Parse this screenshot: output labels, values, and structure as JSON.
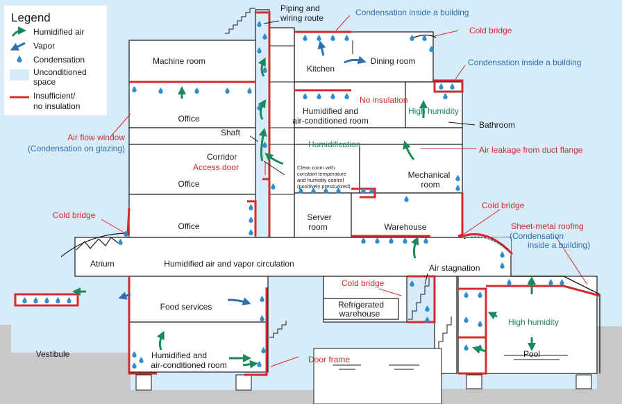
{
  "colors": {
    "red": "#d7282f",
    "green": "#1b8a5a",
    "blue": "#2f6fae",
    "drop": "#2e8fd0",
    "unconditioned": "#d6ecf8",
    "ground": "#c7c8ca",
    "line": "#1a1a1a"
  },
  "legend": {
    "title": "Legend",
    "humidified_air": "Humidified air",
    "vapor": "Vapor",
    "condensation": "Condensation",
    "unconditioned_1": "Unconditioned",
    "unconditioned_2": "space",
    "insufficient_1": "Insufficient/",
    "insufficient_2": "no insulation"
  },
  "rooms": {
    "machine_room": "Machine room",
    "office_1": "Office",
    "office_2": "Office",
    "office_3": "Office",
    "kitchen": "Kitchen",
    "dining_room": "Dining room",
    "humidified_1": "Humidified and",
    "humidified_2": "air-conditioned room",
    "bathroom": "Bathroom",
    "shaft": "Shaft",
    "corridor": "Corridor",
    "mechanical_1": "Mechanical",
    "mechanical_2": "room",
    "server_1": "Server",
    "server_2": "room",
    "warehouse": "Warehouse",
    "atrium": "Atrium",
    "circulation": "Humidified air and vapor circulation",
    "food_services": "Food services",
    "refrigerated_1": "Refrigerated",
    "refrigerated_2": "warehouse",
    "lower_room_1": "Humidified and",
    "lower_room_2": "air-conditioned room",
    "vestibule": "Vestibule",
    "pool": "Pool",
    "piping_1": "Piping and",
    "piping_2": "wiring route",
    "clean_1": "Clean room with",
    "clean_2": "constant temperature",
    "clean_3": "and humidity control",
    "clean_4": "(positively pressurized)",
    "air_stagnation": "Air stagnation"
  },
  "annotations": {
    "cond_inside_top": "Condensation inside a building",
    "cold_bridge_top": "Cold bridge",
    "cond_inside_right": "Condensation inside a building",
    "no_insulation": "No insulation",
    "high_humidity_bath": "High humidity",
    "air_flow_window": "Air flow window",
    "cond_on_glazing": "(Condensation on glazing)",
    "humidification": "Humidification",
    "air_leakage": "Air leakage from duct flange",
    "access_door": "Access door",
    "cold_bridge_left": "Cold bridge",
    "cold_bridge_warehouse": "Cold bridge",
    "sheet_metal": "Sheet-metal roofing",
    "cond_inside_roof_1": "(Condensation",
    "cond_inside_roof_2": "inside a building)",
    "cold_bridge_middle": "Cold bridge",
    "high_humidity_pool": "High humidity",
    "door_frame": "Door frame"
  }
}
